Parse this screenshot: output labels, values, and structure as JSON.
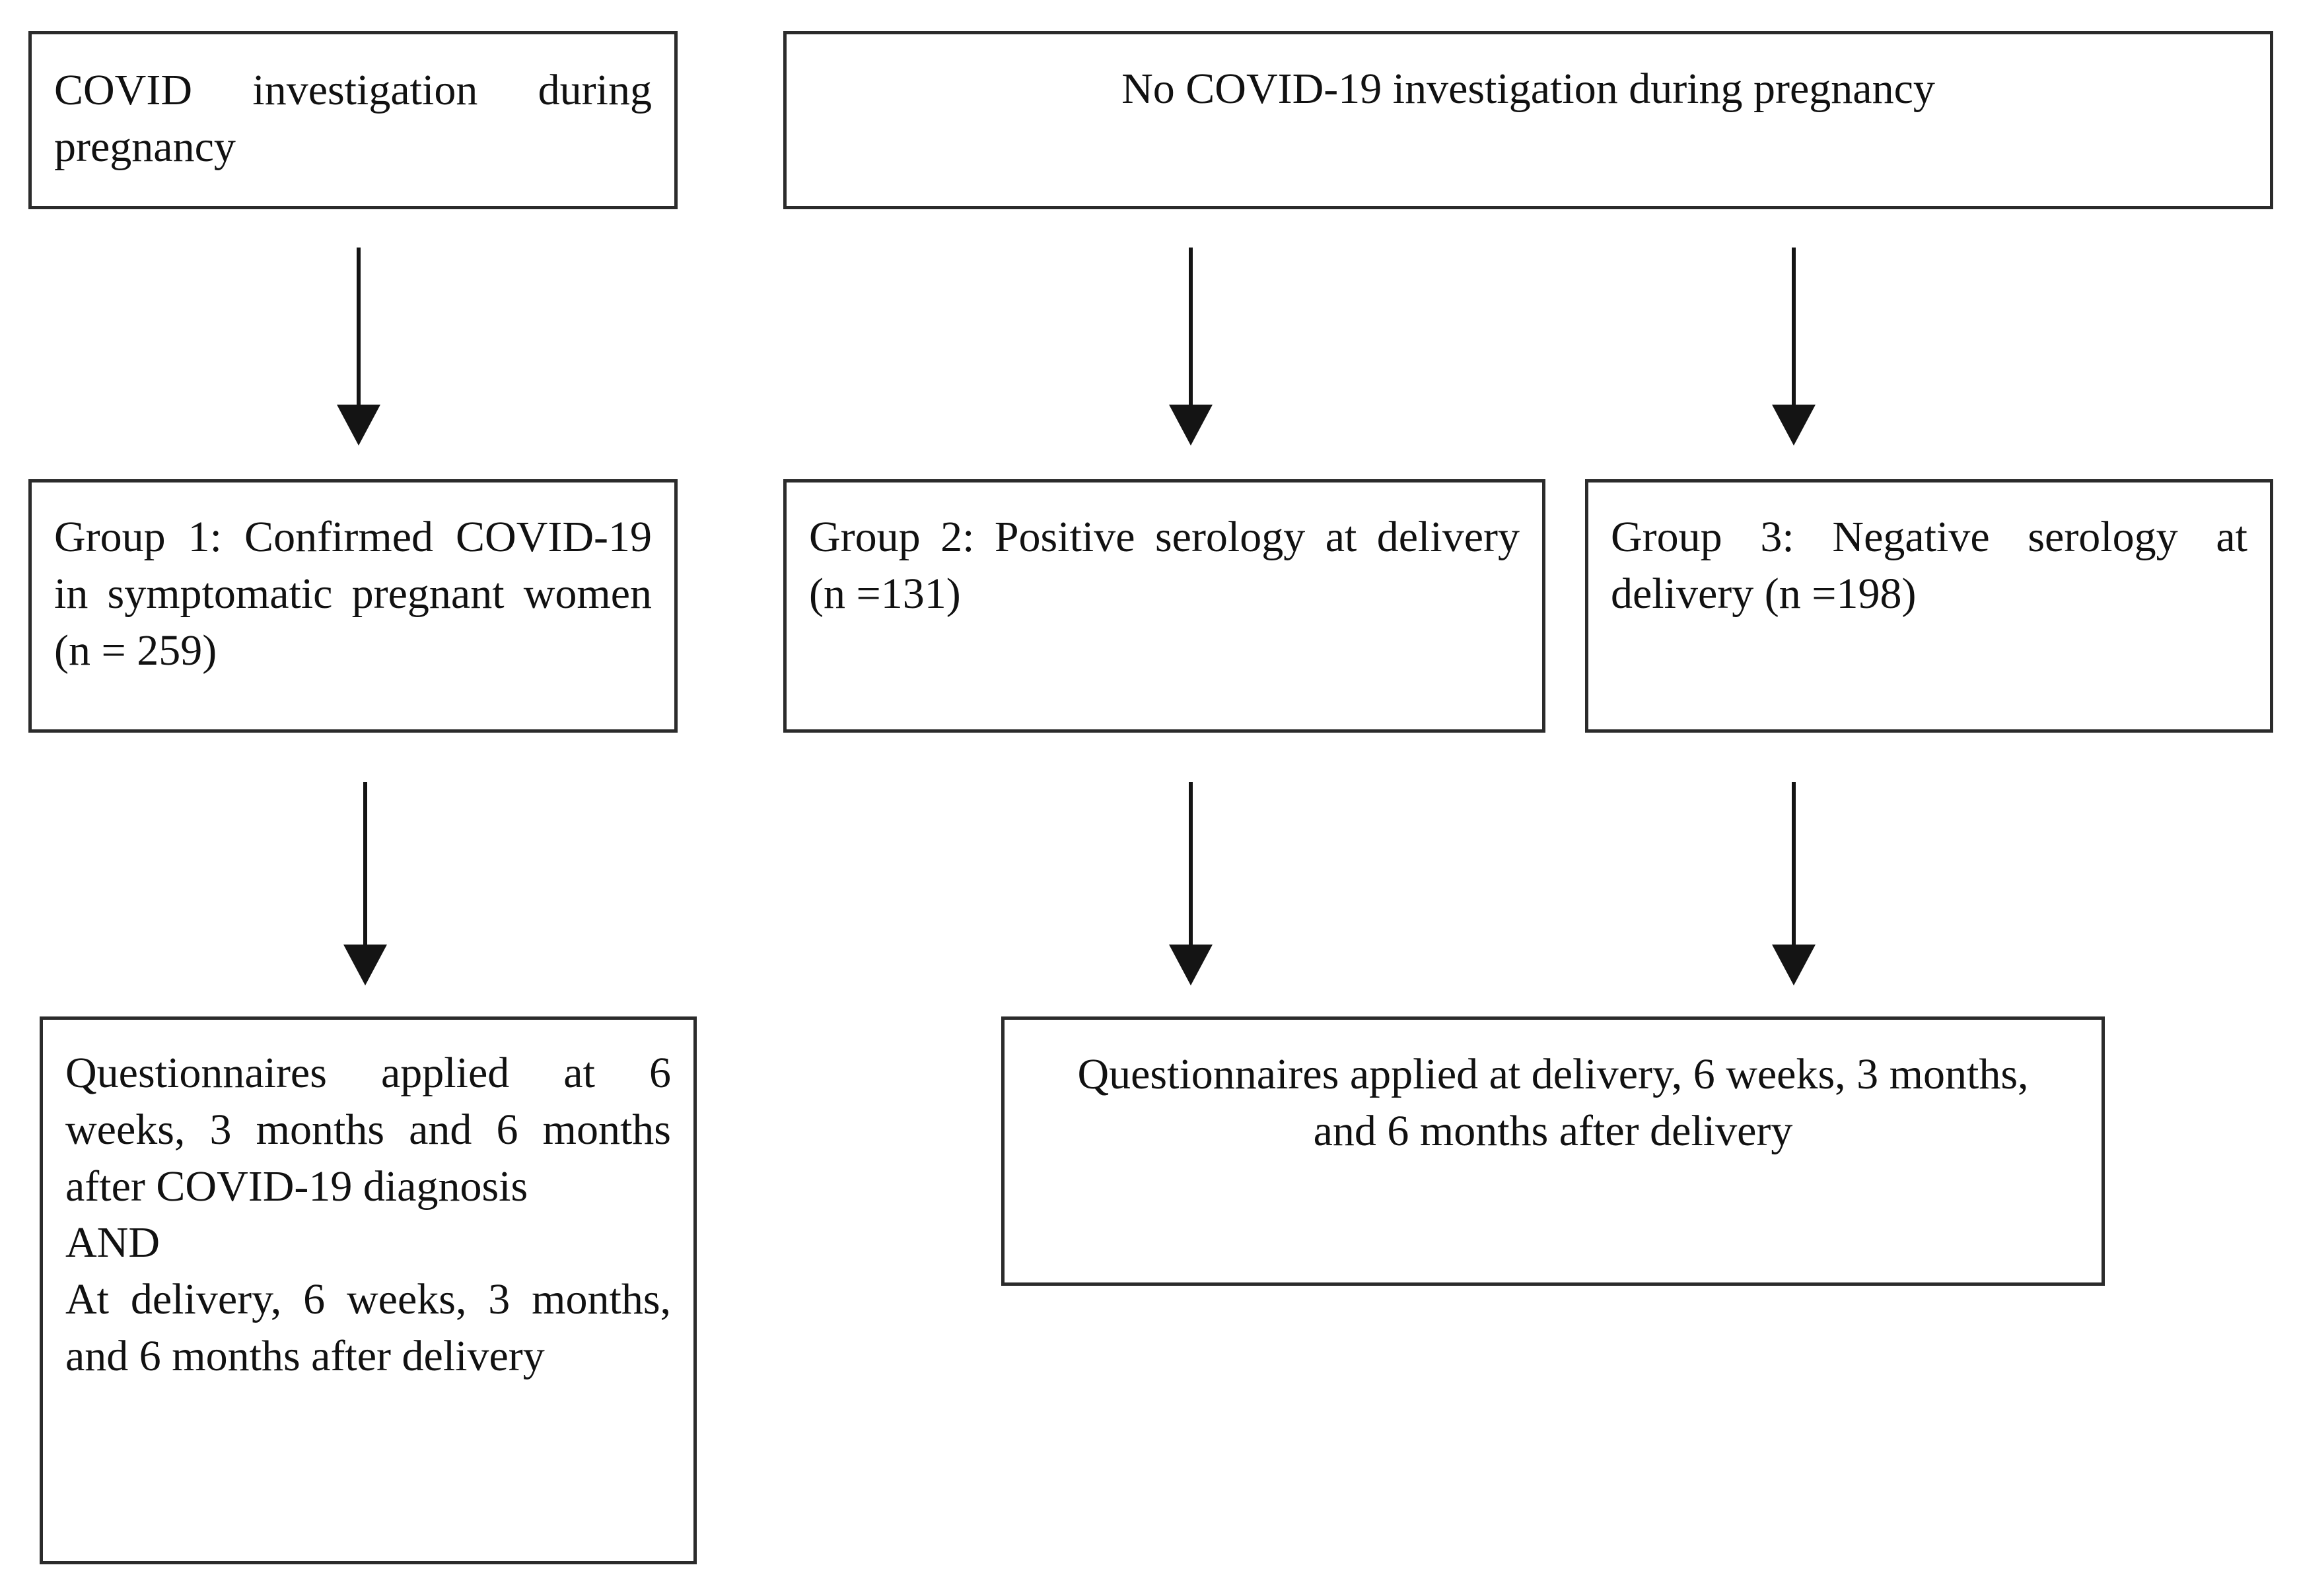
{
  "diagram": {
    "title": "COVID-19 pregnancy cohort study flow diagram",
    "background_color": "#ffffff",
    "box_border_color": "#2b2b2b",
    "arrow_color": "#141414",
    "text_color": "#111111"
  },
  "nodes": {
    "covid_investigation": {
      "label": "COVID investigation during pregnancy"
    },
    "no_covid_investigation": {
      "label": "No COVID-19 investigation during pregnancy"
    },
    "group_1": {
      "label": "Group 1: Confirmed COVID-19 in symptomatic pregnant women (n = 259)",
      "group_name": "Group 1",
      "n": 259
    },
    "group_2": {
      "label": "Group 2: Positive serology at delivery (n =131)",
      "group_name": "Group 2",
      "n": 131
    },
    "group_3": {
      "label": "Group 3: Negative serology at delivery (n =198)",
      "group_name": "Group 3",
      "n": 198
    },
    "questionnaires_group1": {
      "label": "Questionnaires applied at 6 weeks, 3 months and 6 months after COVID-19 diagnosis\nAND\nAt delivery, 6 weeks, 3 months, and 6 months after delivery"
    },
    "questionnaires_groups23": {
      "label": "Questionnaires applied at delivery, 6 weeks, 3 months, and 6 months after delivery"
    }
  },
  "arrows": [
    {
      "name": "covid-investigation-to-group-1",
      "icon": "down-arrow-icon"
    },
    {
      "name": "no-covid-investigation-to-group-2",
      "icon": "down-arrow-icon"
    },
    {
      "name": "no-covid-investigation-to-group-3",
      "icon": "down-arrow-icon"
    },
    {
      "name": "group-1-to-questionnaires",
      "icon": "down-arrow-icon"
    },
    {
      "name": "group-2-to-questionnaires",
      "icon": "down-arrow-icon"
    },
    {
      "name": "group-3-to-questionnaires",
      "icon": "down-arrow-icon"
    }
  ]
}
